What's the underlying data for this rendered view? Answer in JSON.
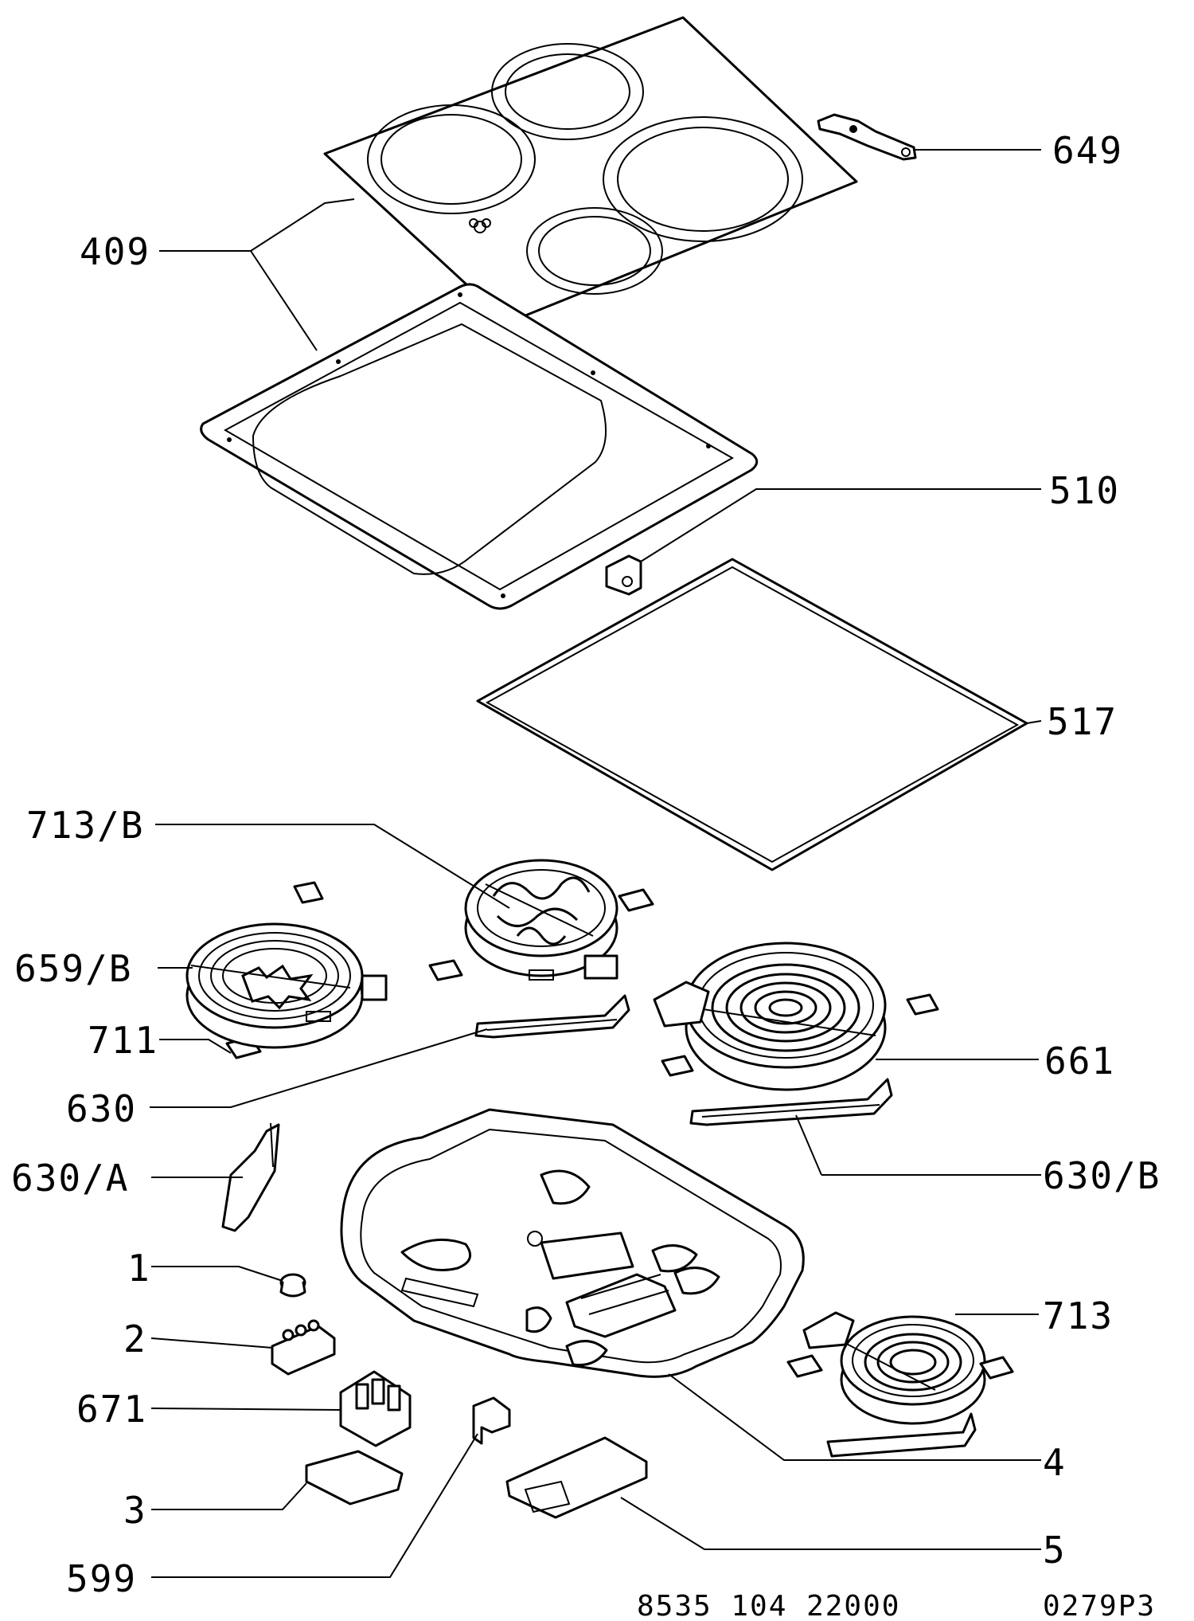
{
  "labels": {
    "p649": "649",
    "p409": "409",
    "p510": "510",
    "p517": "517",
    "p713b": "713/B",
    "p659b": "659/B",
    "p711": "711",
    "p630": "630",
    "p661": "661",
    "p630a": "630/A",
    "p630b": "630/B",
    "p1": "1",
    "p2": "2",
    "p671": "671",
    "p713": "713",
    "p4": "4",
    "p3": "3",
    "p599": "599",
    "p5": "5"
  },
  "footer": {
    "code": "8535 104 22000",
    "ref": "0279P3"
  },
  "colors": {
    "ink": "#000000",
    "paper": "#ffffff"
  }
}
